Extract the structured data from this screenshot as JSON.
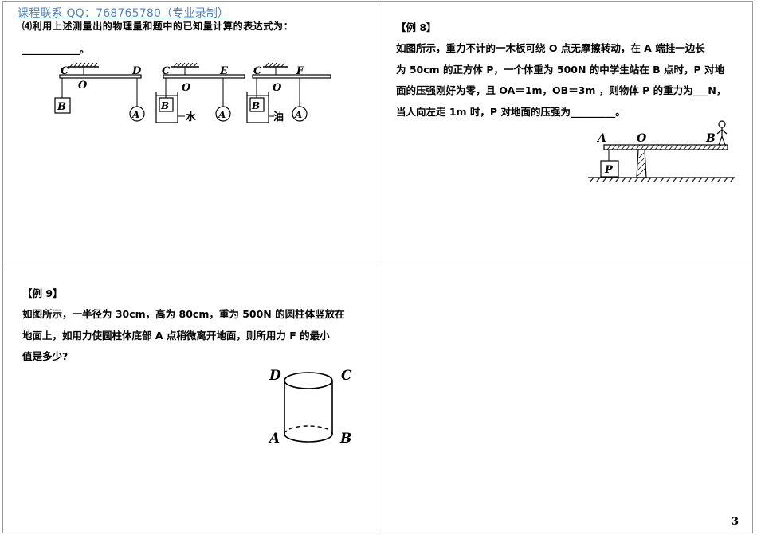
{
  "watermark": "课程联系 QQ：768765780（专业录制）",
  "question4": {
    "text": "⑷利用上述测量出的物理量和题中的已知量计算的表达式为：",
    "blank": "____________。"
  },
  "diagram_levers": {
    "set1": {
      "C": "C",
      "O": "O",
      "D": "D",
      "B": "B",
      "A": "A"
    },
    "set2": {
      "C": "C",
      "O": "O",
      "E": "E",
      "B": "B",
      "A": "A",
      "liquid": "水"
    },
    "set3": {
      "C": "C",
      "O": "O",
      "F": "F",
      "B": "B",
      "A": "A",
      "liquid": "油"
    }
  },
  "example8": {
    "title": "【例 8】",
    "lines": [
      "如图所示，重力不计的一木板可绕 O 点无摩擦转动，在 A 端挂一边长",
      "为 50cm 的正方体 P，一个体重为 500N 的中学生站在 B 点时，P 对地",
      "面的压强刚好为零，且 OA＝1m，OB＝3m ，则物体 P 的重力为___N，",
      "当人向左走 1m 时，P 对地面的压强为_________。"
    ],
    "diagram": {
      "A": "A",
      "O": "O",
      "B": "B",
      "P": "P"
    }
  },
  "example9": {
    "title": "【例 9】",
    "lines": [
      "如图所示，一半径为 30cm，高为 80cm，重为 500N 的圆柱体竖放在",
      "地面上，如用力使圆柱体底部 A 点稍微离开地面，则所用力 F 的最小",
      "值是多少?"
    ],
    "diagram": {
      "D": "D",
      "C": "C",
      "A": "A",
      "B": "B"
    }
  },
  "page_number": "3"
}
